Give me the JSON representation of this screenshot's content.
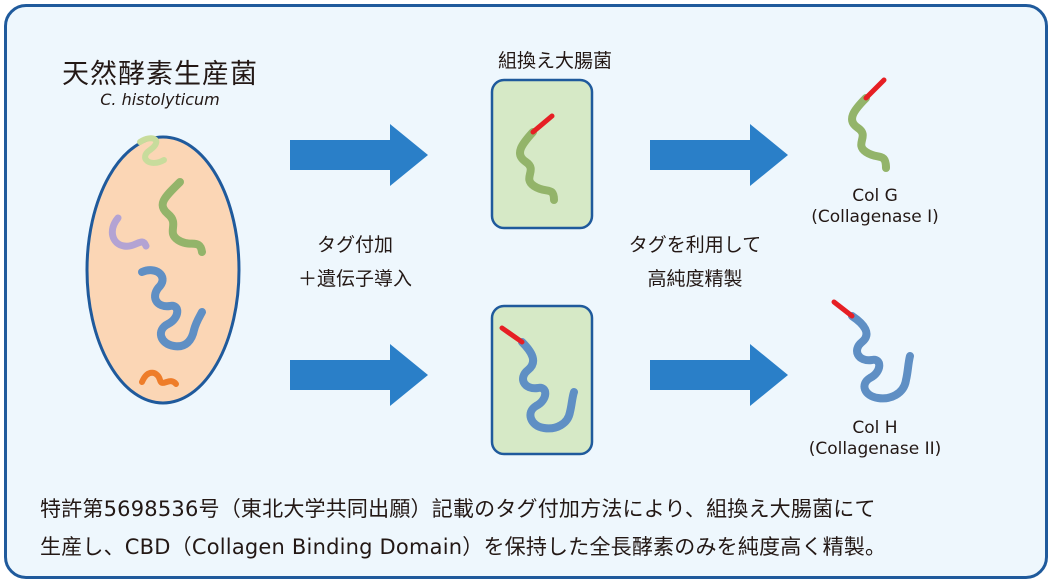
{
  "native_label": "天然酵素生産菌",
  "native_species": "C. histolyticum",
  "ecoli_label": "組換え大腸菌",
  "step_tagging": {
    "line1": "タグ付加",
    "line2": "＋遺伝子導入"
  },
  "step_purification": {
    "line1": "タグを利用して",
    "line2": "高純度精製"
  },
  "product_g": {
    "name": "Col G",
    "full": "(Collagenase I)"
  },
  "product_h": {
    "name": "Col H",
    "full": "(Collagenase II)"
  },
  "footer": {
    "line1": "特許第5698536号（東北大学共同出願）記載のタグ付加方法により、組換え大腸菌にて",
    "line2": "生産し、CBD（Collagen Binding Domain）を保持した全長酵素のみを純度高く精製。"
  },
  "colors": {
    "border": "#1f5a9c",
    "background": "#eef7fd",
    "arrow": "#2a7fc8",
    "cell_fill": "#fbd6b5",
    "ecoli_fill": "#d6e9c6",
    "green_enzyme": "#93b46a",
    "blue_enzyme": "#5f8fc4",
    "purple_enzyme": "#b3a3d3",
    "orange_enzyme": "#ee7d2a",
    "light_green_enzyme": "#c8dc9c",
    "tag": "#e61f24"
  }
}
